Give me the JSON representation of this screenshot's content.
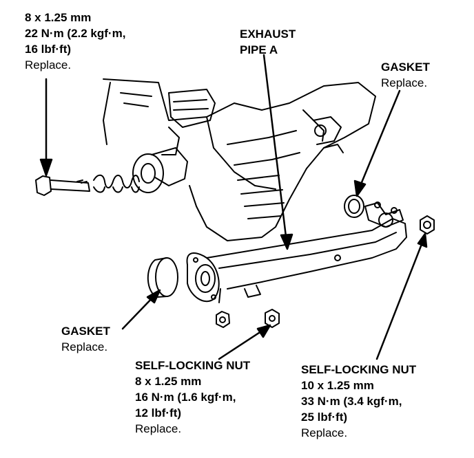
{
  "callouts": {
    "bolt": {
      "line1": "8 x 1.25 mm",
      "line2": "22 N·m (2.2 kgf·m,",
      "line3": "16 lbf·ft)",
      "note": "Replace."
    },
    "exhaust_pipe": {
      "line1": "EXHAUST",
      "line2": "PIPE A"
    },
    "gasket_right": {
      "title": "GASKET",
      "note": "Replace."
    },
    "gasket_left": {
      "title": "GASKET",
      "note": "Replace."
    },
    "nut_center": {
      "title": "SELF-LOCKING NUT",
      "line1": "8 x 1.25 mm",
      "line2": "16 N·m (1.6 kgf·m,",
      "line3": "12 lbf·ft)",
      "note": "Replace."
    },
    "nut_right": {
      "title": "SELF-LOCKING NUT",
      "line1": "10 x 1.25 mm",
      "line2": "33 N·m (3.4 kgf·m,",
      "line3": "25 lbf·ft)",
      "note": "Replace."
    }
  },
  "colors": {
    "ink": "#000000",
    "paper": "#ffffff"
  }
}
